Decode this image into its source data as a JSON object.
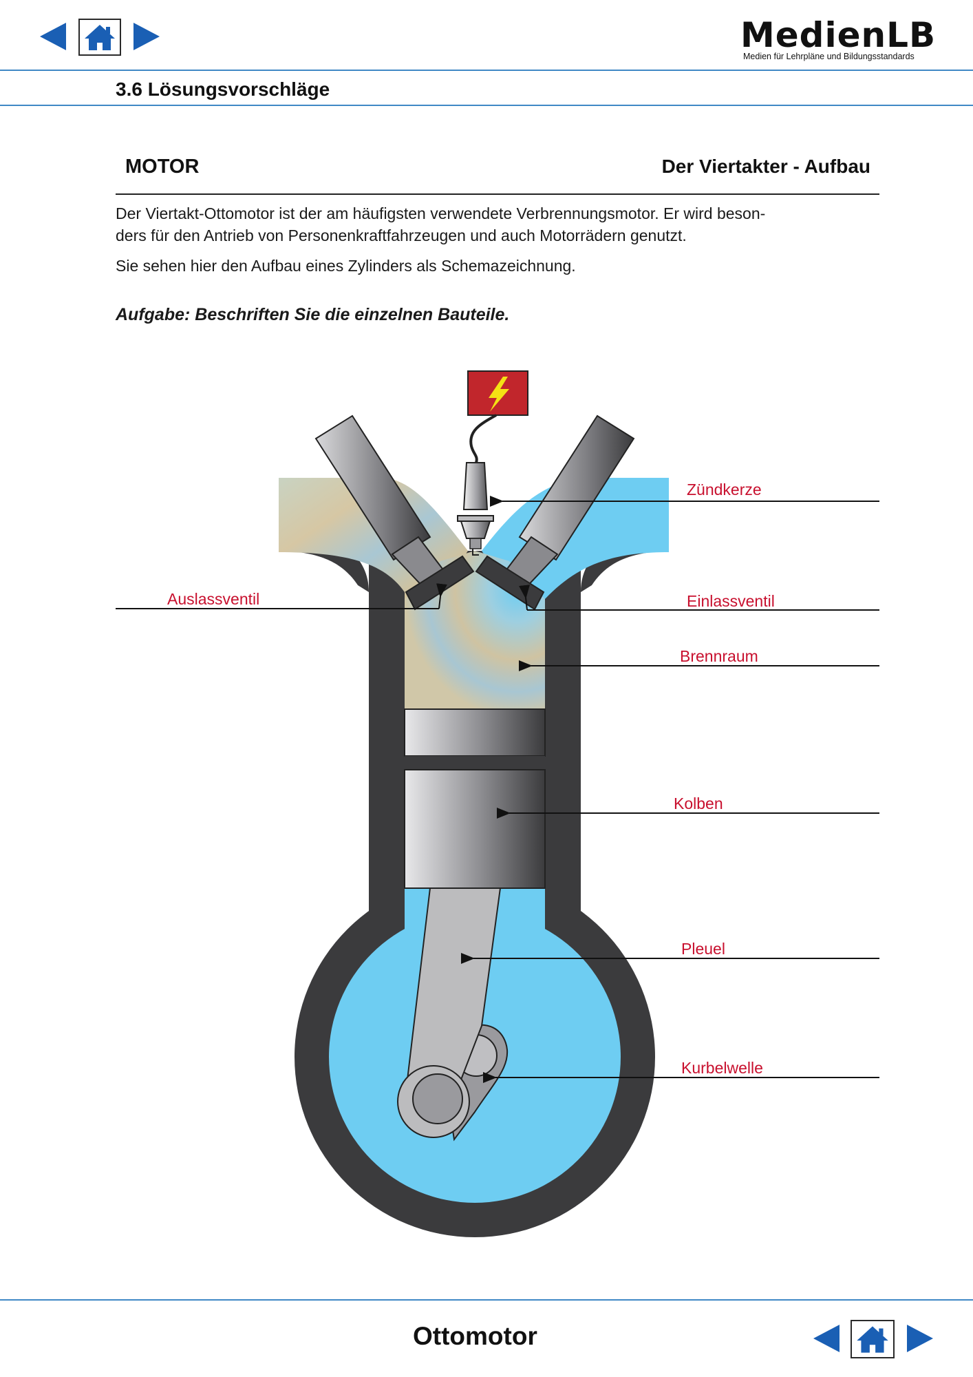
{
  "header": {
    "logo_main": "MedienLB",
    "logo_sub": "Medien für Lehrpläne und Bildungsstandards",
    "section_title": "3.6 Lösungsvorschläge"
  },
  "content": {
    "topic": "MOTOR",
    "subtopic": "Der Viertakter - Aufbau",
    "paragraph_1_line_1": "Der Viertakt-Ottomotor ist der am häufigsten verwendete Verbrennungsmotor. Er wird beson-",
    "paragraph_1_line_2": "ders für den Antrieb von Personenkraftfahrzeugen und auch Motorrädern genutzt.",
    "paragraph_2": "Sie sehen hier den Aufbau eines Zylinders als Schemazeichnung.",
    "task": "Aufgabe: Beschriften Sie die einzelnen Bauteile."
  },
  "diagram": {
    "labels": {
      "spark_plug": "Zündkerze",
      "exhaust_valve": "Auslassventil",
      "intake_valve": "Einlassventil",
      "combustion_chamber": "Brennraum",
      "piston": "Kolben",
      "connecting_rod": "Pleuel",
      "crankshaft": "Kurbelwelle"
    },
    "colors": {
      "label_red": "#c8102e",
      "engine_wall": "#3b3b3d",
      "crankcase_blue": "#6ecdf2",
      "ignition_red": "#c1262c",
      "lightning_yellow": "#f4e214",
      "nav_blue": "#1a5fb4",
      "rule_blue": "#3f88c5"
    },
    "icons": {
      "ignition": "lightning-bolt-icon"
    }
  },
  "footer": {
    "title": "Ottomotor"
  }
}
